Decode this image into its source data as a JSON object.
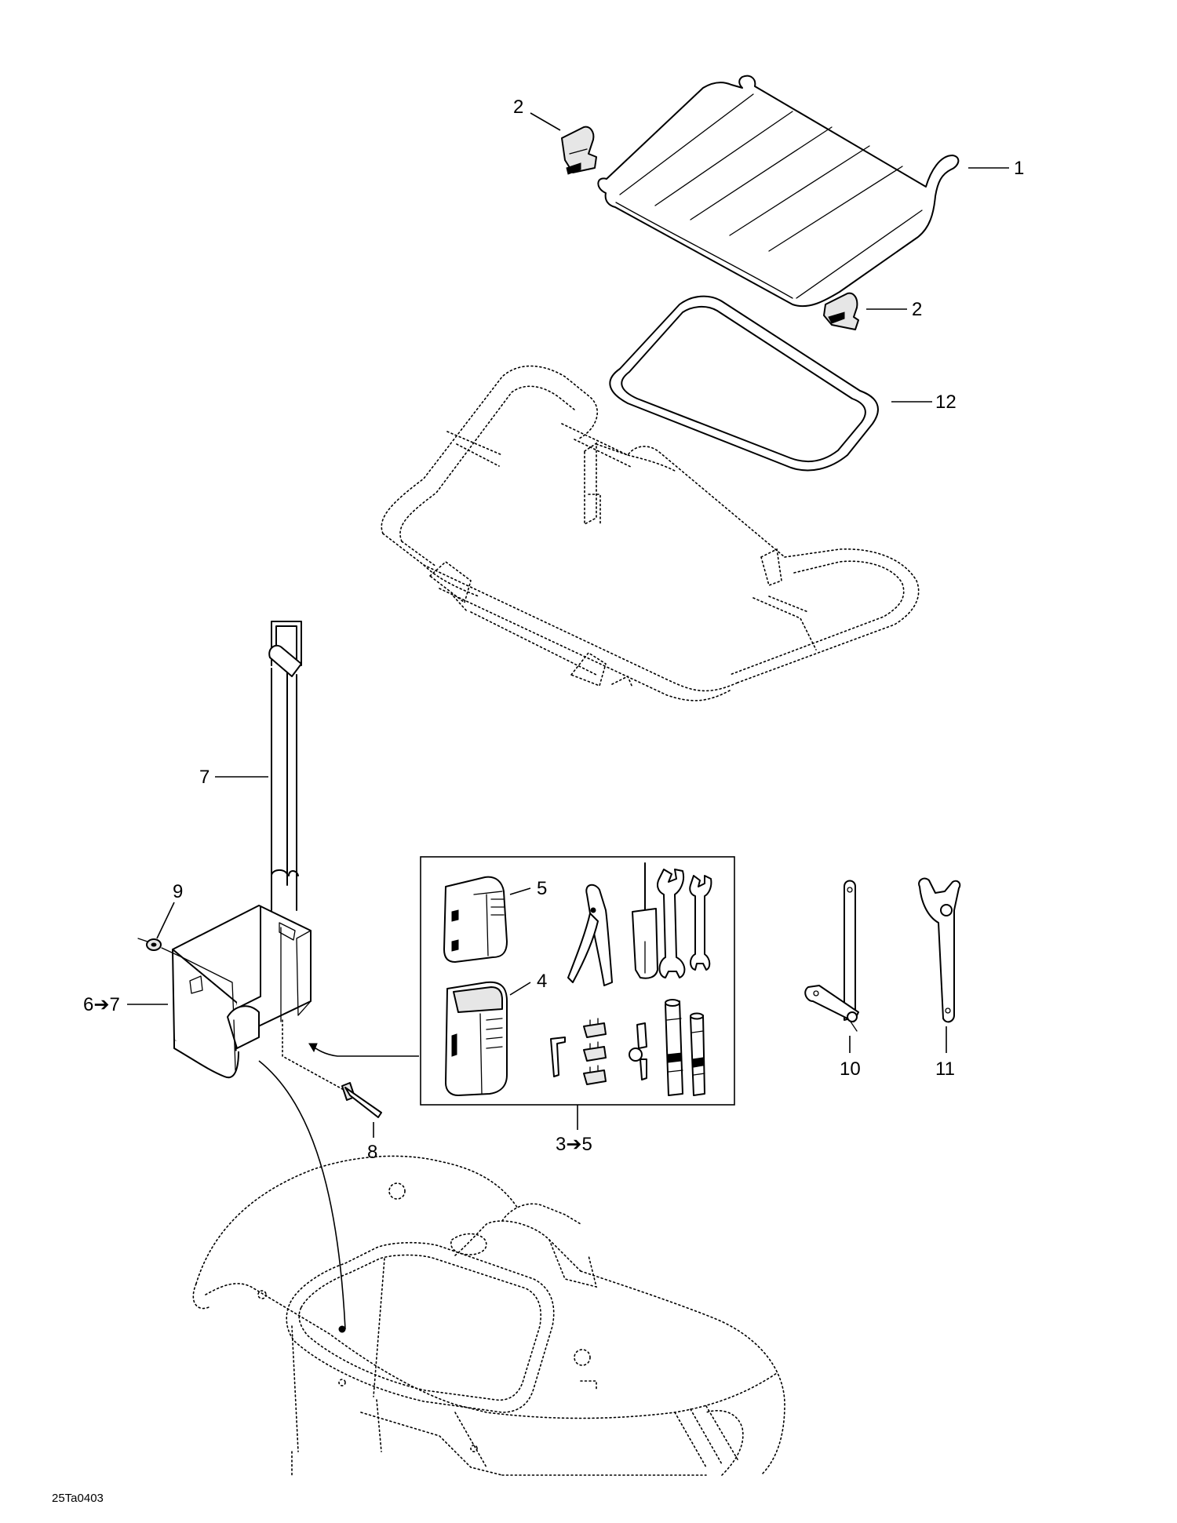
{
  "figure_ref": "25Ta0403",
  "callouts": {
    "c1": "1",
    "c2a": "2",
    "c2b": "2",
    "c3_5": "3➔5",
    "c4": "4",
    "c5": "5",
    "c6_7": "6➔7",
    "c7": "7",
    "c8": "8",
    "c9": "9",
    "c10": "10",
    "c11": "11",
    "c12": "12"
  },
  "parts": [
    "seat-cushion",
    "seat-clip",
    "tool-kit",
    "tool-kit-pouch",
    "tool-kit-pouch-cover",
    "storage-box",
    "storage-box-strap",
    "rivet",
    "washer",
    "spanner-wrench",
    "hook-wrench",
    "seat-gasket"
  ]
}
